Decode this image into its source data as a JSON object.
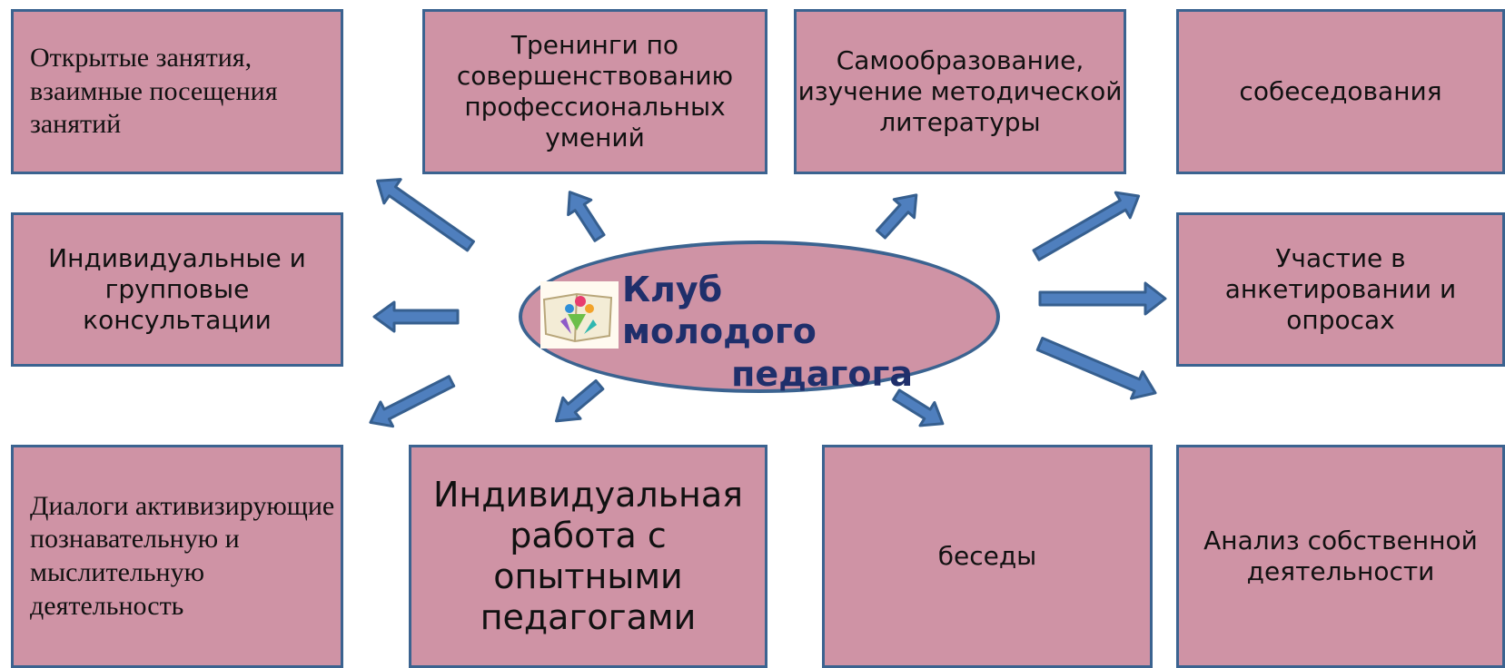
{
  "center": {
    "line1": "Клуб молодого",
    "line2": "педагога"
  },
  "boxes": {
    "open_lessons": "Открытые занятия, взаимные посещения занятий",
    "trainings": "Тренинги по совершенствованию профессиональных умений",
    "self_education": "Самообразование, изучение методической литературы",
    "interviews": "собеседования",
    "consultations": "Индивидуальные и групповые консультации",
    "surveys": "Участие в анкетировании и опросах",
    "dialogues": "Диалоги активизирующие познавательную и мыслительную деятельность",
    "individual_work": "Индивидуальная работа с опытными педагогами",
    "conversations": "беседы",
    "self_analysis": "Анализ собственной деятельности"
  },
  "colors": {
    "box_fill": "#cf93a5",
    "border": "#3b6390",
    "arrow_fill": "#4f7fbe",
    "title": "#1f2f6b"
  }
}
